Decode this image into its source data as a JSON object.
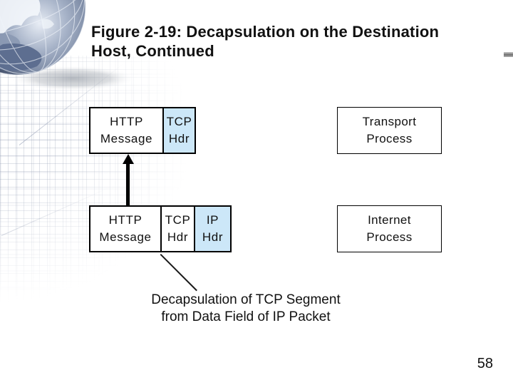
{
  "slide": {
    "title": "Figure 2-19: Decapsulation on the Destination\nHost, Continued",
    "caption": "Decapsulation of TCP Segment\nfrom Data Field of IP Packet",
    "page_number": "58"
  },
  "diagram": {
    "top_row": {
      "segments": [
        {
          "label": "HTTP\nMessage",
          "highlighted": false
        },
        {
          "label": "TCP\nHdr",
          "highlighted": true
        }
      ],
      "process": "Transport\nProcess"
    },
    "bottom_row": {
      "segments": [
        {
          "label": "HTTP\nMessage",
          "highlighted": false
        },
        {
          "label": "TCP\nHdr",
          "highlighted": false
        },
        {
          "label": "IP\nHdr",
          "highlighted": true
        }
      ],
      "process": "Internet\nProcess"
    },
    "colors": {
      "header_highlight": "#cce7f8",
      "box_border": "#000000"
    }
  },
  "decorations": {
    "globe_icon": "globe",
    "edge_dash_color": "#6f6f6f"
  }
}
